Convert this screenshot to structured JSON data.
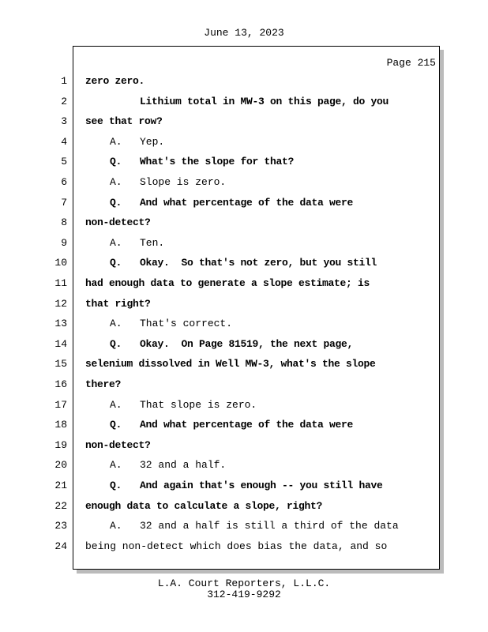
{
  "header": {
    "date": "June 13, 2023"
  },
  "page_label": "Page 215",
  "lines": [
    {
      "n": "1",
      "m": "",
      "t": "zero zero.",
      "b": true,
      "i": false
    },
    {
      "n": "2",
      "m": "",
      "t": "Lithium total in MW-3 on this page, do you",
      "b": true,
      "i": true
    },
    {
      "n": "3",
      "m": "",
      "t": "see that row?",
      "b": true,
      "i": false
    },
    {
      "n": "4",
      "m": "A.",
      "t": "Yep.",
      "b": false,
      "i": true
    },
    {
      "n": "5",
      "m": "Q.",
      "t": "What's the slope for that?",
      "b": true,
      "i": true
    },
    {
      "n": "6",
      "m": "A.",
      "t": "Slope is zero.",
      "b": false,
      "i": true
    },
    {
      "n": "7",
      "m": "Q.",
      "t": "And what percentage of the data were",
      "b": true,
      "i": true
    },
    {
      "n": "8",
      "m": "",
      "t": "non-detect?",
      "b": true,
      "i": false
    },
    {
      "n": "9",
      "m": "A.",
      "t": "Ten.",
      "b": false,
      "i": true
    },
    {
      "n": "10",
      "m": "Q.",
      "t": "Okay.  So that's not zero, but you still",
      "b": true,
      "i": true
    },
    {
      "n": "11",
      "m": "",
      "t": "had enough data to generate a slope estimate; is",
      "b": true,
      "i": false
    },
    {
      "n": "12",
      "m": "",
      "t": "that right?",
      "b": true,
      "i": false
    },
    {
      "n": "13",
      "m": "A.",
      "t": "That's correct.",
      "b": false,
      "i": true
    },
    {
      "n": "14",
      "m": "Q.",
      "t": "Okay.  On Page 81519, the next page,",
      "b": true,
      "i": true
    },
    {
      "n": "15",
      "m": "",
      "t": "selenium dissolved in Well MW-3, what's the slope",
      "b": true,
      "i": false
    },
    {
      "n": "16",
      "m": "",
      "t": "there?",
      "b": true,
      "i": false
    },
    {
      "n": "17",
      "m": "A.",
      "t": "That slope is zero.",
      "b": false,
      "i": true
    },
    {
      "n": "18",
      "m": "Q.",
      "t": "And what percentage of the data were",
      "b": true,
      "i": true
    },
    {
      "n": "19",
      "m": "",
      "t": "non-detect?",
      "b": true,
      "i": false
    },
    {
      "n": "20",
      "m": "A.",
      "t": "32 and a half.",
      "b": false,
      "i": true
    },
    {
      "n": "21",
      "m": "Q.",
      "t": "And again that's enough -- you still have",
      "b": true,
      "i": true
    },
    {
      "n": "22",
      "m": "",
      "t": "enough data to calculate a slope, right?",
      "b": true,
      "i": false
    },
    {
      "n": "23",
      "m": "A.",
      "t": "32 and a half is still a third of the data",
      "b": false,
      "i": true
    },
    {
      "n": "24",
      "m": "",
      "t": "being non-detect which does bias the data, and so",
      "b": false,
      "i": false
    }
  ],
  "footer": {
    "company": "L.A. Court Reporters, L.L.C.",
    "phone": "312-419-9292"
  }
}
